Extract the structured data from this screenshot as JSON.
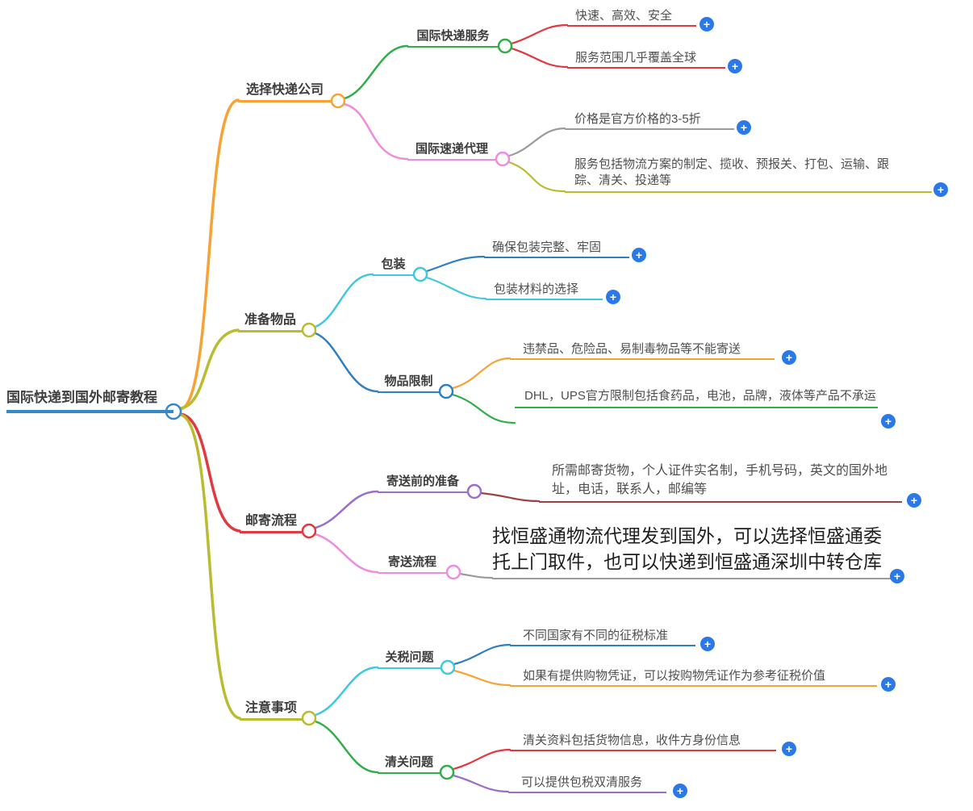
{
  "ui": {
    "plus": "+",
    "plus_color": "#2B79E8",
    "background": "#ffffff"
  },
  "root": {
    "label": "国际快递到国外邮寄教程",
    "color": "#3787CB"
  },
  "branches": [
    {
      "label": "选择快递公司",
      "color": "#F7A234",
      "children": [
        {
          "label": "国际快递服务",
          "color": "#2FAE4A",
          "children": [
            {
              "label": "快速、高效、安全",
              "color": "#E2383F"
            },
            {
              "label": "服务范围几乎覆盖全球",
              "color": "#E2383F"
            }
          ]
        },
        {
          "label": "国际速递代理",
          "color": "#F08CDE",
          "children": [
            {
              "label": "价格是官方价格的3-5折",
              "color": "#9B9B9B"
            },
            {
              "label": "服务包括物流方案的制定、揽收、预报关、打包、运输、跟踪、清关、投递等",
              "color": "#B9BC30"
            }
          ]
        }
      ]
    },
    {
      "label": "准备物品",
      "color": "#B9BC30",
      "children": [
        {
          "label": "包装",
          "color": "#40C9DC",
          "children": [
            {
              "label": "确保包装完整、牢固",
              "color": "#2F7FC1"
            },
            {
              "label": "包装材料的选择",
              "color": "#40C9DC"
            }
          ]
        },
        {
          "label": "物品限制",
          "color": "#2F7FC1",
          "children": [
            {
              "label": "违禁品、危险品、易制毒物品等不能寄送",
              "color": "#F7A234"
            },
            {
              "label": "DHL，UPS官方限制包括食药品，电池，品牌，液体等产品不承运",
              "color": "#2FAE4A"
            }
          ]
        }
      ]
    },
    {
      "label": "邮寄流程",
      "color": "#E2383F",
      "children": [
        {
          "label": "寄送前的准备",
          "color": "#9B6FC9",
          "children": [
            {
              "label": "所需邮寄货物，个人证件实名制，手机号码，英文的国外地址，电话，联系人，邮编等",
              "color": "#9E4343"
            }
          ]
        },
        {
          "label": "寄送流程",
          "color": "#F08CDE",
          "children": [
            {
              "label": "找恒盛通物流代理发到国外，可以选择恒盛通委托上门取件，也可以快递到恒盛通深圳中转仓库",
              "color": "#9B9B9B"
            }
          ]
        }
      ]
    },
    {
      "label": "注意事项",
      "color": "#B9BC30",
      "children": [
        {
          "label": "关税问题",
          "color": "#40C9DC",
          "children": [
            {
              "label": "不同国家有不同的征税标准",
              "color": "#2F7FC1"
            },
            {
              "label": "如果有提供购物凭证，可以按购物凭证作为参考征税价值",
              "color": "#F7A234"
            }
          ]
        },
        {
          "label": "清关问题",
          "color": "#2FAE4A",
          "children": [
            {
              "label": "清关资料包括货物信息，收件方身份信息",
              "color": "#E2383F"
            },
            {
              "label": "可以提供包税双清服务",
              "color": "#9B6FC9"
            }
          ]
        }
      ]
    }
  ]
}
